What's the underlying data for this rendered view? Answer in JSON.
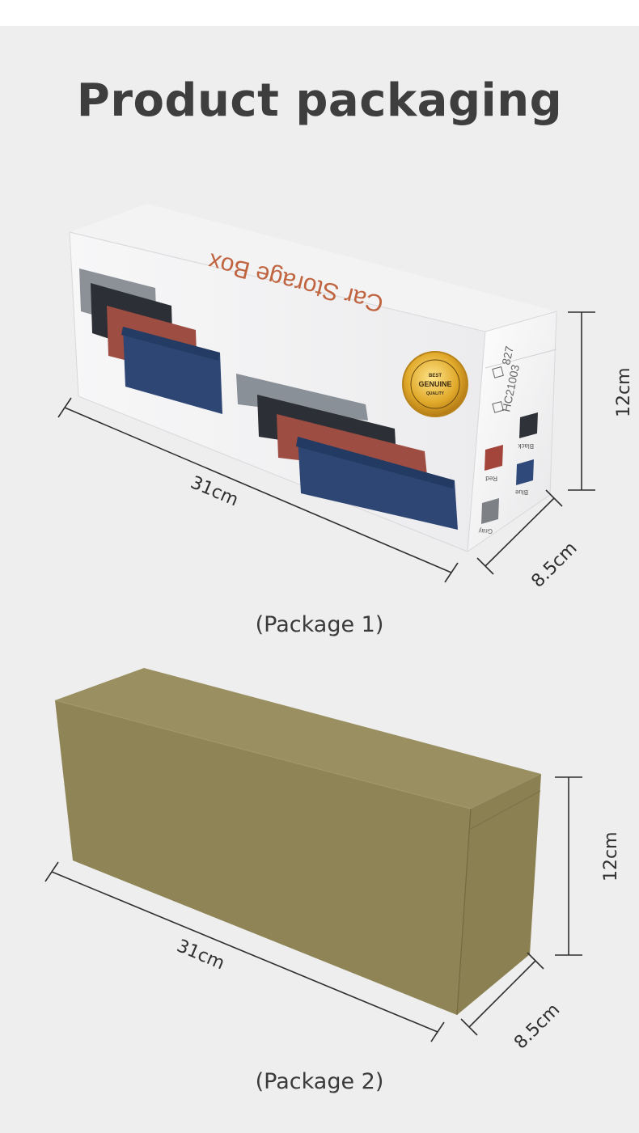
{
  "page": {
    "title": "Product packaging"
  },
  "package1": {
    "caption": "(Package 1)",
    "box_title": "Car Storage Box",
    "seal": {
      "top": "BEST",
      "main": "GENUINE",
      "bottom": "QUALITY"
    },
    "options": [
      "827",
      "HC21003"
    ],
    "swatches": [
      {
        "label": "Black",
        "color": "#2f3238"
      },
      {
        "label": "Red",
        "color": "#a3453a"
      },
      {
        "label": "Blue",
        "color": "#2f4a7a"
      },
      {
        "label": "Gray",
        "color": "#7d8085"
      }
    ],
    "dims": {
      "length": "31cm",
      "depth": "8.5cm",
      "height": "12cm"
    }
  },
  "package2": {
    "caption": "(Package 2)",
    "dims": {
      "length": "31cm",
      "depth": "8.5cm",
      "height": "12cm"
    }
  },
  "colors": {
    "kraft": "#8f8456",
    "background": "#eeeeef"
  }
}
